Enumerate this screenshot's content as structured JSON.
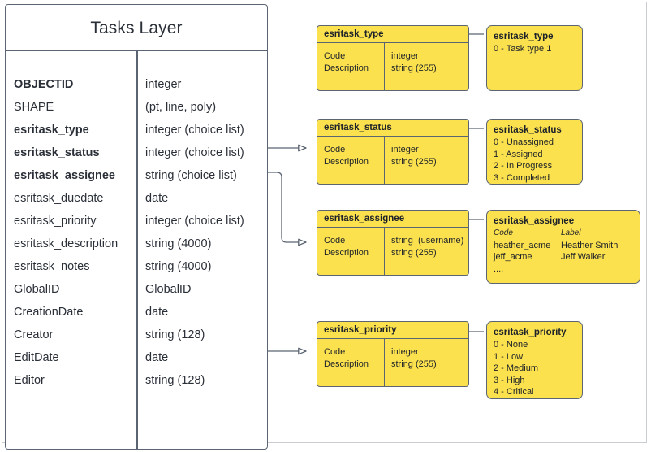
{
  "diagram": {
    "title": "Tasks Layer",
    "entity": {
      "fields": [
        {
          "name": "OBJECTID",
          "type": "integer",
          "bold": false
        },
        {
          "name": "SHAPE",
          "type": "(pt, line, poly)",
          "bold": false
        },
        {
          "name": "esritask_type",
          "type": "integer (choice list)",
          "bold": true
        },
        {
          "name": "esritask_status",
          "type": "integer (choice list)",
          "bold": true
        },
        {
          "name": "esritask_assignee",
          "type": "string (choice list)",
          "bold": true
        },
        {
          "name": "esritask_duedate",
          "type": "date",
          "bold": false
        },
        {
          "name": "esritask_priority",
          "type": "integer (choice list)",
          "bold": true
        },
        {
          "name": "esritask_description",
          "type": "string (4000)",
          "bold": false
        },
        {
          "name": "esritask_notes",
          "type": "string (4000)",
          "bold": false
        },
        {
          "name": "GlobalID",
          "type": "GlobalID",
          "bold": false
        },
        {
          "name": "CreationDate",
          "type": "date",
          "bold": false
        },
        {
          "name": "Creator",
          "type": "string (128)",
          "bold": false
        },
        {
          "name": "EditDate",
          "type": "date",
          "bold": false
        },
        {
          "name": "Editor",
          "type": "string (128)",
          "bold": false
        }
      ]
    },
    "domain_boxes": [
      {
        "title": "esritask_type",
        "left_labels": "Code\nDescription",
        "right_labels": "integer\nstring (255)"
      },
      {
        "title": "esritask_status",
        "left_labels": "Code\nDescription",
        "right_labels": "integer\nstring (255)"
      },
      {
        "title": "esritask_assignee",
        "left_labels": "Code\nDescription",
        "right_labels": "string  (username)\nstring (255)"
      },
      {
        "title": "esritask_priority",
        "left_labels": "Code\nDescription",
        "right_labels": "integer\nstring (255)"
      }
    ],
    "value_boxes": {
      "type": {
        "title": "esritask_type",
        "values": [
          "0 - Task type 1"
        ]
      },
      "status": {
        "title": "esritask_status",
        "values": [
          "0 - Unassigned",
          "1 - Assigned",
          "2 - In Progress",
          "3 - Completed"
        ]
      },
      "assignee": {
        "title": "esritask_assignee",
        "header_code": "Code",
        "header_label": "Label",
        "rows": [
          {
            "code": "heather_acme",
            "label": "Heather Smith"
          },
          {
            "code": "jeff_acme",
            "label": "Jeff Walker"
          }
        ],
        "ellipsis": "...."
      },
      "priority": {
        "title": "esritask_priority",
        "values": [
          "0 - None",
          "1 - Low",
          "2 - Medium",
          "3 - High",
          "4 - Critical"
        ]
      }
    },
    "colors": {
      "domain_fill": "#FBE14E",
      "stroke": "#5b6472",
      "text": "#1d2129",
      "frame": "#c9ccd1"
    }
  }
}
